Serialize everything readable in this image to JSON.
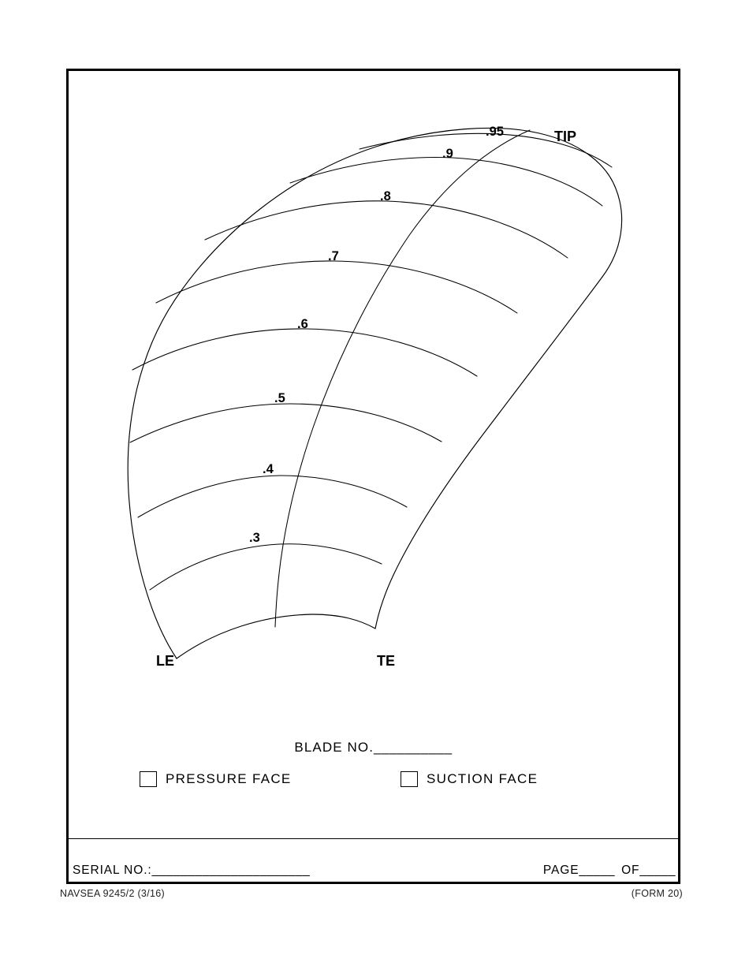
{
  "document": {
    "form_number": "NAVSEA 9245/2 (3/16)",
    "form_alias": "(FORM 20)"
  },
  "diagram": {
    "title": "propeller-blade-station-outline",
    "tip_label": "TIP",
    "leading_edge_label": "LE",
    "trailing_edge_label": "TE",
    "station_labels": [
      ".3",
      ".4",
      ".5",
      ".6",
      ".7",
      ".8",
      ".9",
      ".95"
    ],
    "line_color": "#000000"
  },
  "caption": {
    "blade_no_label": "BLADE NO.",
    "blade_no_fill": "__________",
    "pressure_face_label": "PRESSURE FACE",
    "suction_face_label": "SUCTION FACE",
    "pressure_face_checked": false,
    "suction_face_checked": false
  },
  "footer": {
    "serial_label": "SERIAL NO.:",
    "serial_fill": "______________________",
    "page_label": "PAGE",
    "page_fill": "_____",
    "of_label": "OF",
    "of_fill": "_____"
  },
  "chart_data": {
    "type": "line",
    "title": "Propeller blade outline with radial stations",
    "xlabel": "",
    "ylabel": "",
    "categories": [
      ".3",
      ".4",
      ".5",
      ".6",
      ".7",
      ".8",
      ".9",
      ".95"
    ],
    "values": [
      0.3,
      0.4,
      0.5,
      0.6,
      0.7,
      0.8,
      0.9,
      0.95
    ],
    "annotations": [
      "TIP",
      "LE",
      "TE"
    ],
    "grid": false,
    "legend": "none"
  }
}
